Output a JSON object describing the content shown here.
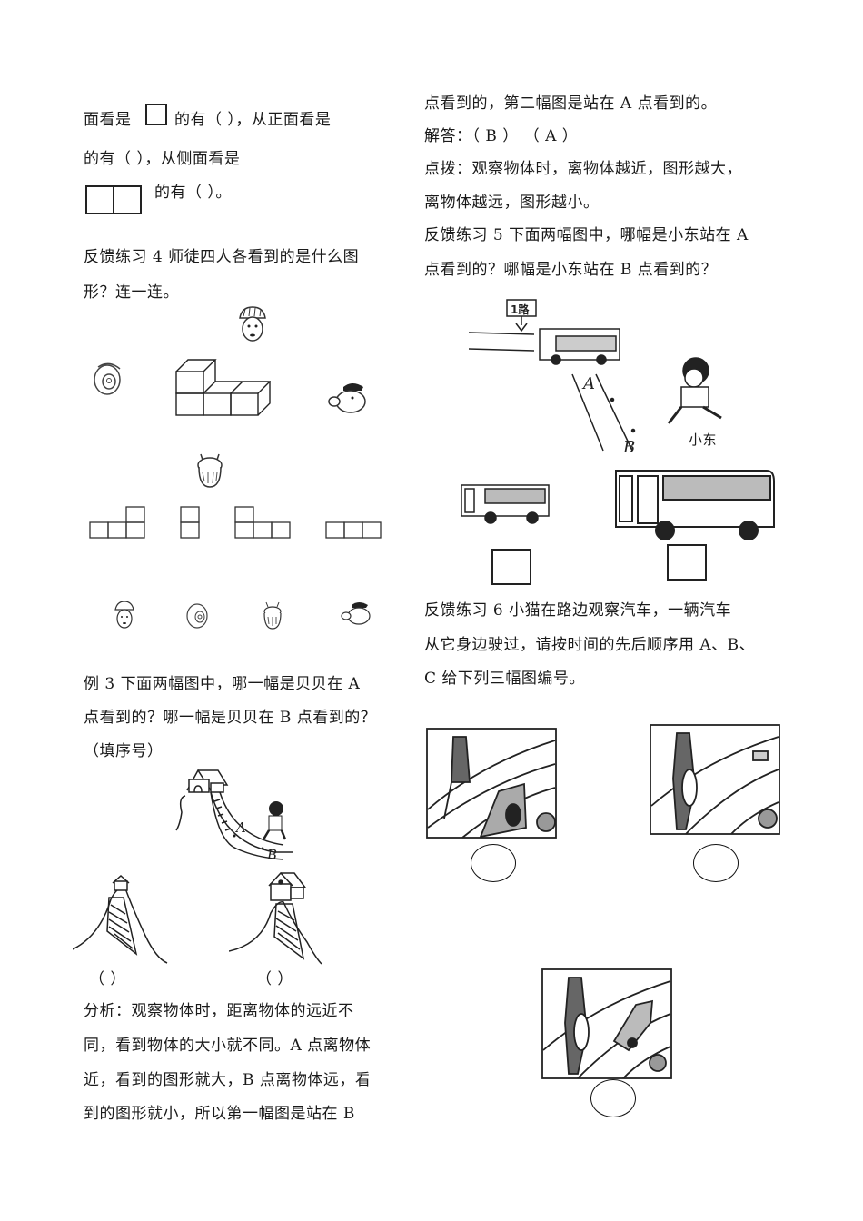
{
  "left_column": {
    "intro": {
      "line1_prefix": "面看是",
      "line1_suffix": "的有（        ），从正面看是",
      "line2": "的有（      ），从侧面看是",
      "line3": "的有（        ）。"
    },
    "exercise4": {
      "title_line1": "反馈练习 4    师徒四人各看到的是什么图",
      "title_line2": "形？连一连。",
      "characters_top": [
        "tang-monk",
        "monkey-king",
        "pigsy",
        "sandy"
      ],
      "shapes": [
        "L-shape-right",
        "vertical-two",
        "L-shape-left",
        "horizontal-three"
      ],
      "characters_bottom": [
        "tang-monk",
        "monkey-king",
        "sandy",
        "pigsy"
      ]
    },
    "example3": {
      "line1": "例 3    下面两幅图中，哪一幅是贝贝在 A",
      "line2": "点看到的？哪一幅是贝贝在 B 点看到的？",
      "line3": "（填序号）",
      "label_a": "A",
      "label_b": "B",
      "blank1": "（        ）",
      "blank2": "（        ）"
    },
    "analysis": {
      "line1": "分析：观察物体时，距离物体的远近不",
      "line2": "同，看到物体的大小就不同。A 点离物体",
      "line3": "近，看到的图形就大，B 点离物体远，看",
      "line4": "到的图形就小，所以第一幅图是站在 B"
    }
  },
  "right_column": {
    "analysis_cont": "点看到的，第二幅图是站在 A 点看到的。",
    "answer": "解答：（ B ）    （ A ）",
    "hint_line1": "点拨：观察物体时，离物体越近，图形越大，",
    "hint_line2": "离物体越远，图形越小。",
    "exercise5": {
      "line1": "反馈练习 5    下面两幅图中，哪幅是小东站在 A",
      "line2": "点看到的？哪幅是小东站在 B 点看到的？",
      "bus_stop_sign": "1路",
      "label_a": "A",
      "label_b": "B",
      "boy_name": "小东"
    },
    "exercise6": {
      "line1": "反馈练习 6      小猫在路边观察汽车，一辆汽车",
      "line2": "从它身边驶过，请按时间的先后顺序用 A、B、",
      "line3": "C 给下列三幅图编号。"
    }
  }
}
